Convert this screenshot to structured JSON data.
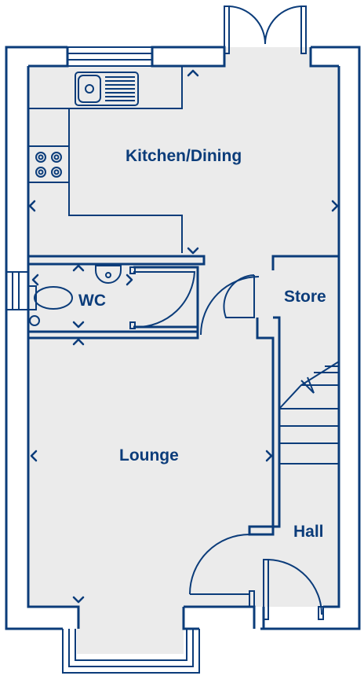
{
  "colors": {
    "wall": "#0b3c7a",
    "floor": "#ebebeb",
    "background": "#ffffff"
  },
  "rooms": {
    "kitchen": "Kitchen/Dining",
    "wc": "WC",
    "store": "Store",
    "lounge": "Lounge",
    "hall": "Hall"
  },
  "icons": [
    "sink-icon",
    "hob-icon",
    "toilet-icon",
    "basin-icon",
    "door-swing-icon",
    "stairs-icon",
    "dimension-arrow-icon"
  ]
}
